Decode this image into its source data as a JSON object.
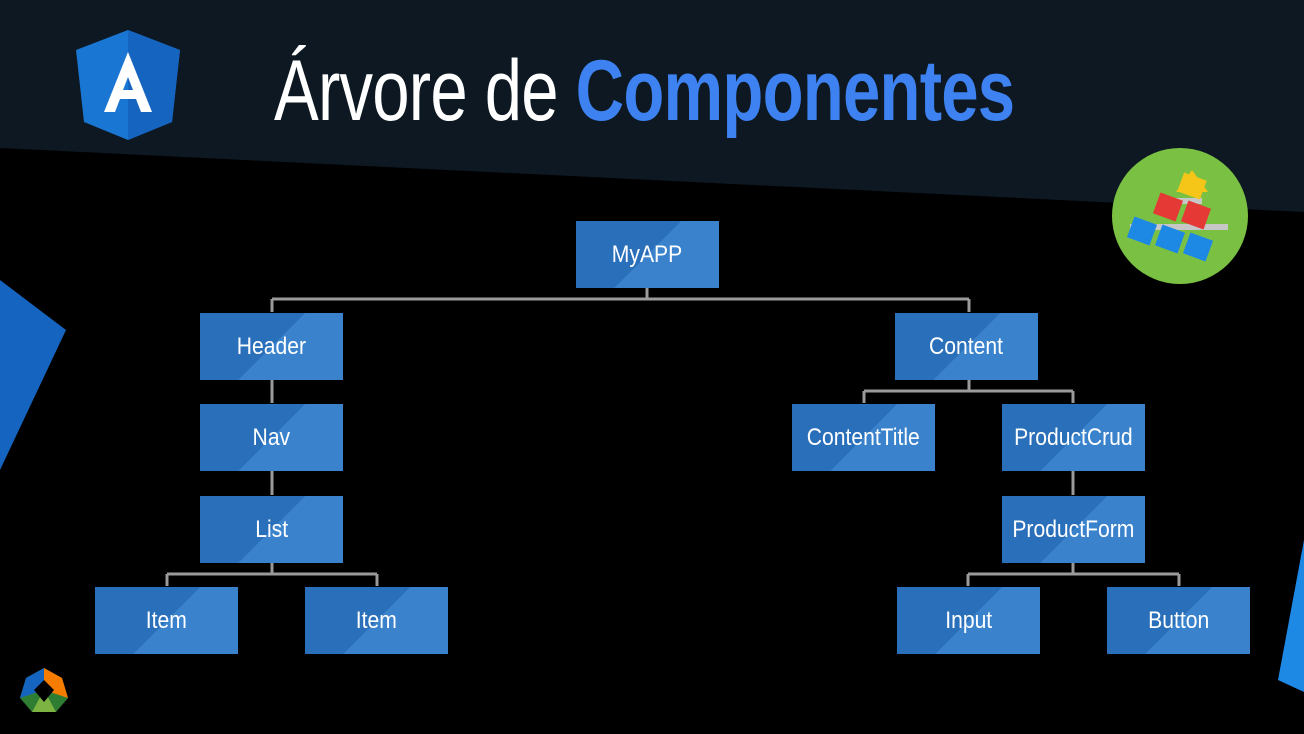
{
  "title": {
    "prefix": "Árvore de",
    "highlight": "Componentes"
  },
  "tree": {
    "root": "MyAPP",
    "header": "Header",
    "nav": "Nav",
    "list": "List",
    "item_1": "Item",
    "item_2": "Item",
    "content": "Content",
    "content_title": "ContentTitle",
    "product_crud": "ProductCrud",
    "product_form": "ProductForm",
    "input": "Input",
    "button": "Button"
  },
  "colors": {
    "background": "#000000",
    "title_band": "#0d1822",
    "title_highlight": "#3d82f0",
    "node": "#2a6fb9",
    "connector": "#9a9a9a",
    "angular_logo": "#1976d2",
    "side_accent": "#1565c0",
    "badge_circle": "#7ac143"
  },
  "icons": [
    "angular-logo-icon",
    "component-pyramid-icon",
    "hexagon-logo-icon"
  ]
}
